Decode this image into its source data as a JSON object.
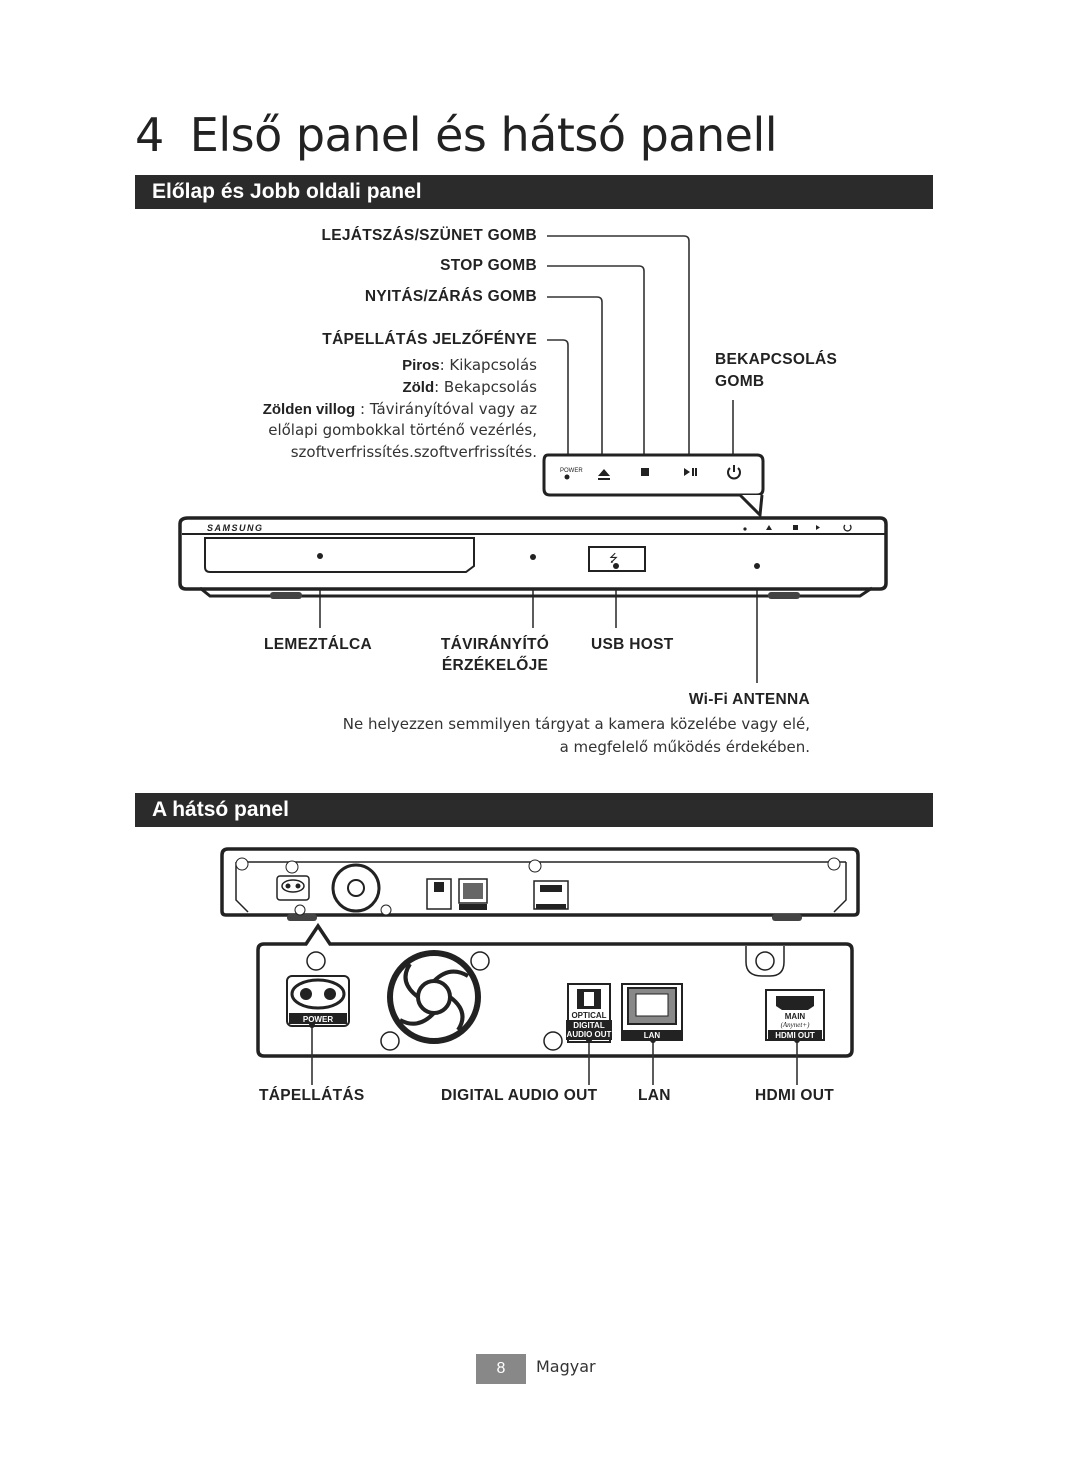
{
  "chapter": {
    "number": "4",
    "title": "Első panel és hátsó panell"
  },
  "front_section": {
    "heading": "Előlap és Jobb oldali panel",
    "labels": {
      "play_pause": "LEJÁTSZÁS/SZÜNET GOMB",
      "stop": "STOP GOMB",
      "open_close": "NYITÁS/ZÁRÁS GOMB",
      "power_indicator": "TÁPELLÁTÁS JELZŐFÉNYE",
      "red_key": "Piros",
      "red_val": ": Kikapcsolás",
      "green_key": "Zöld",
      "green_val": ": Bekapcsolás",
      "blink_key": "Zölden villog",
      "blink_val": " : Távirányítóval vagy az",
      "blink_line2": "előlapi gombokkal történő vezérlés,",
      "blink_line3": "szoftverfrissítés.szoftverfrissítés.",
      "power_button_line1": "BEKAPCSOLÁS",
      "power_button_line2": "GOMB",
      "disc_tray": "LEMEZTÁLCA",
      "remote_sensor_line1": "TÁVIRÁNYÍTÓ",
      "remote_sensor_line2": "ÉRZÉKELŐJE",
      "usb_host": "USB HOST",
      "wifi_antenna": "Wi-Fi ANTENNA",
      "wifi_note_line1": "Ne helyezzen semmilyen tárgyat a kamera közelébe vagy elé,",
      "wifi_note_line2": "a megfelelő működés érdekében."
    },
    "device": {
      "brand": "SAMSUNG",
      "power_small": "POWER"
    }
  },
  "rear_section": {
    "heading": "A hátsó panel",
    "labels": {
      "power": "TÁPELLÁTÁS",
      "digital_audio_out": "DIGITAL AUDIO OUT",
      "lan": "LAN",
      "hdmi_out": "HDMI OUT"
    },
    "device": {
      "power_port": "POWER",
      "optical_l1": "OPTICAL",
      "optical_l2": "DIGITAL",
      "optical_l3": "AUDIO OUT",
      "lan_port": "LAN",
      "hdmi_main": "MAIN",
      "hdmi_anynet": "(Anynet+)",
      "hdmi_out": "HDMI OUT"
    }
  },
  "footer": {
    "page": "8",
    "language": "Magyar"
  }
}
